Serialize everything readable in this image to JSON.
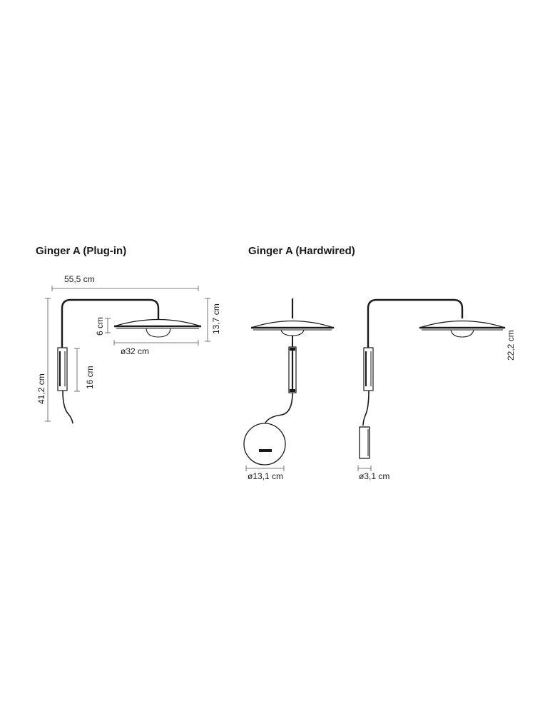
{
  "plugin": {
    "title": "Ginger A (Plug-in)",
    "dims": {
      "width": "55,5 cm",
      "shade_height": "6 cm",
      "head_height": "13,7 cm",
      "shade_diameter": "ø32 cm",
      "total_height": "41,2 cm",
      "base_height": "16 cm"
    }
  },
  "hardwired": {
    "title": "Ginger A (Hardwired)",
    "dims": {
      "height": "22,2 cm",
      "canopy_diameter": "ø13,1 cm",
      "canopy_depth": "ø3,1 cm"
    }
  },
  "colors": {
    "line": "#1a1a1a",
    "dim_line": "#555555",
    "shade_dark": "#2a2a2a"
  }
}
